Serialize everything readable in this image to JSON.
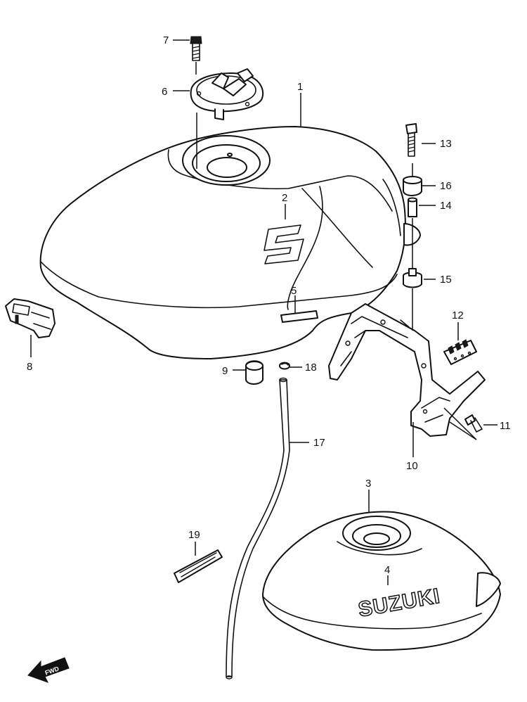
{
  "callouts": {
    "c1": "1",
    "c2": "2",
    "c3": "3",
    "c4": "4",
    "c5": "5",
    "c6": "6",
    "c7": "7",
    "c8": "8",
    "c9": "9",
    "c10": "10",
    "c11": "11",
    "c12": "12",
    "c13": "13",
    "c14": "14",
    "c15": "15",
    "c16": "16",
    "c17": "17",
    "c18": "18",
    "c19": "19"
  },
  "labels": {
    "tank_logo": "SUZUKI",
    "fwd_arrow": "FWD"
  },
  "colors": {
    "line": "#111111",
    "background": "#ffffff"
  }
}
